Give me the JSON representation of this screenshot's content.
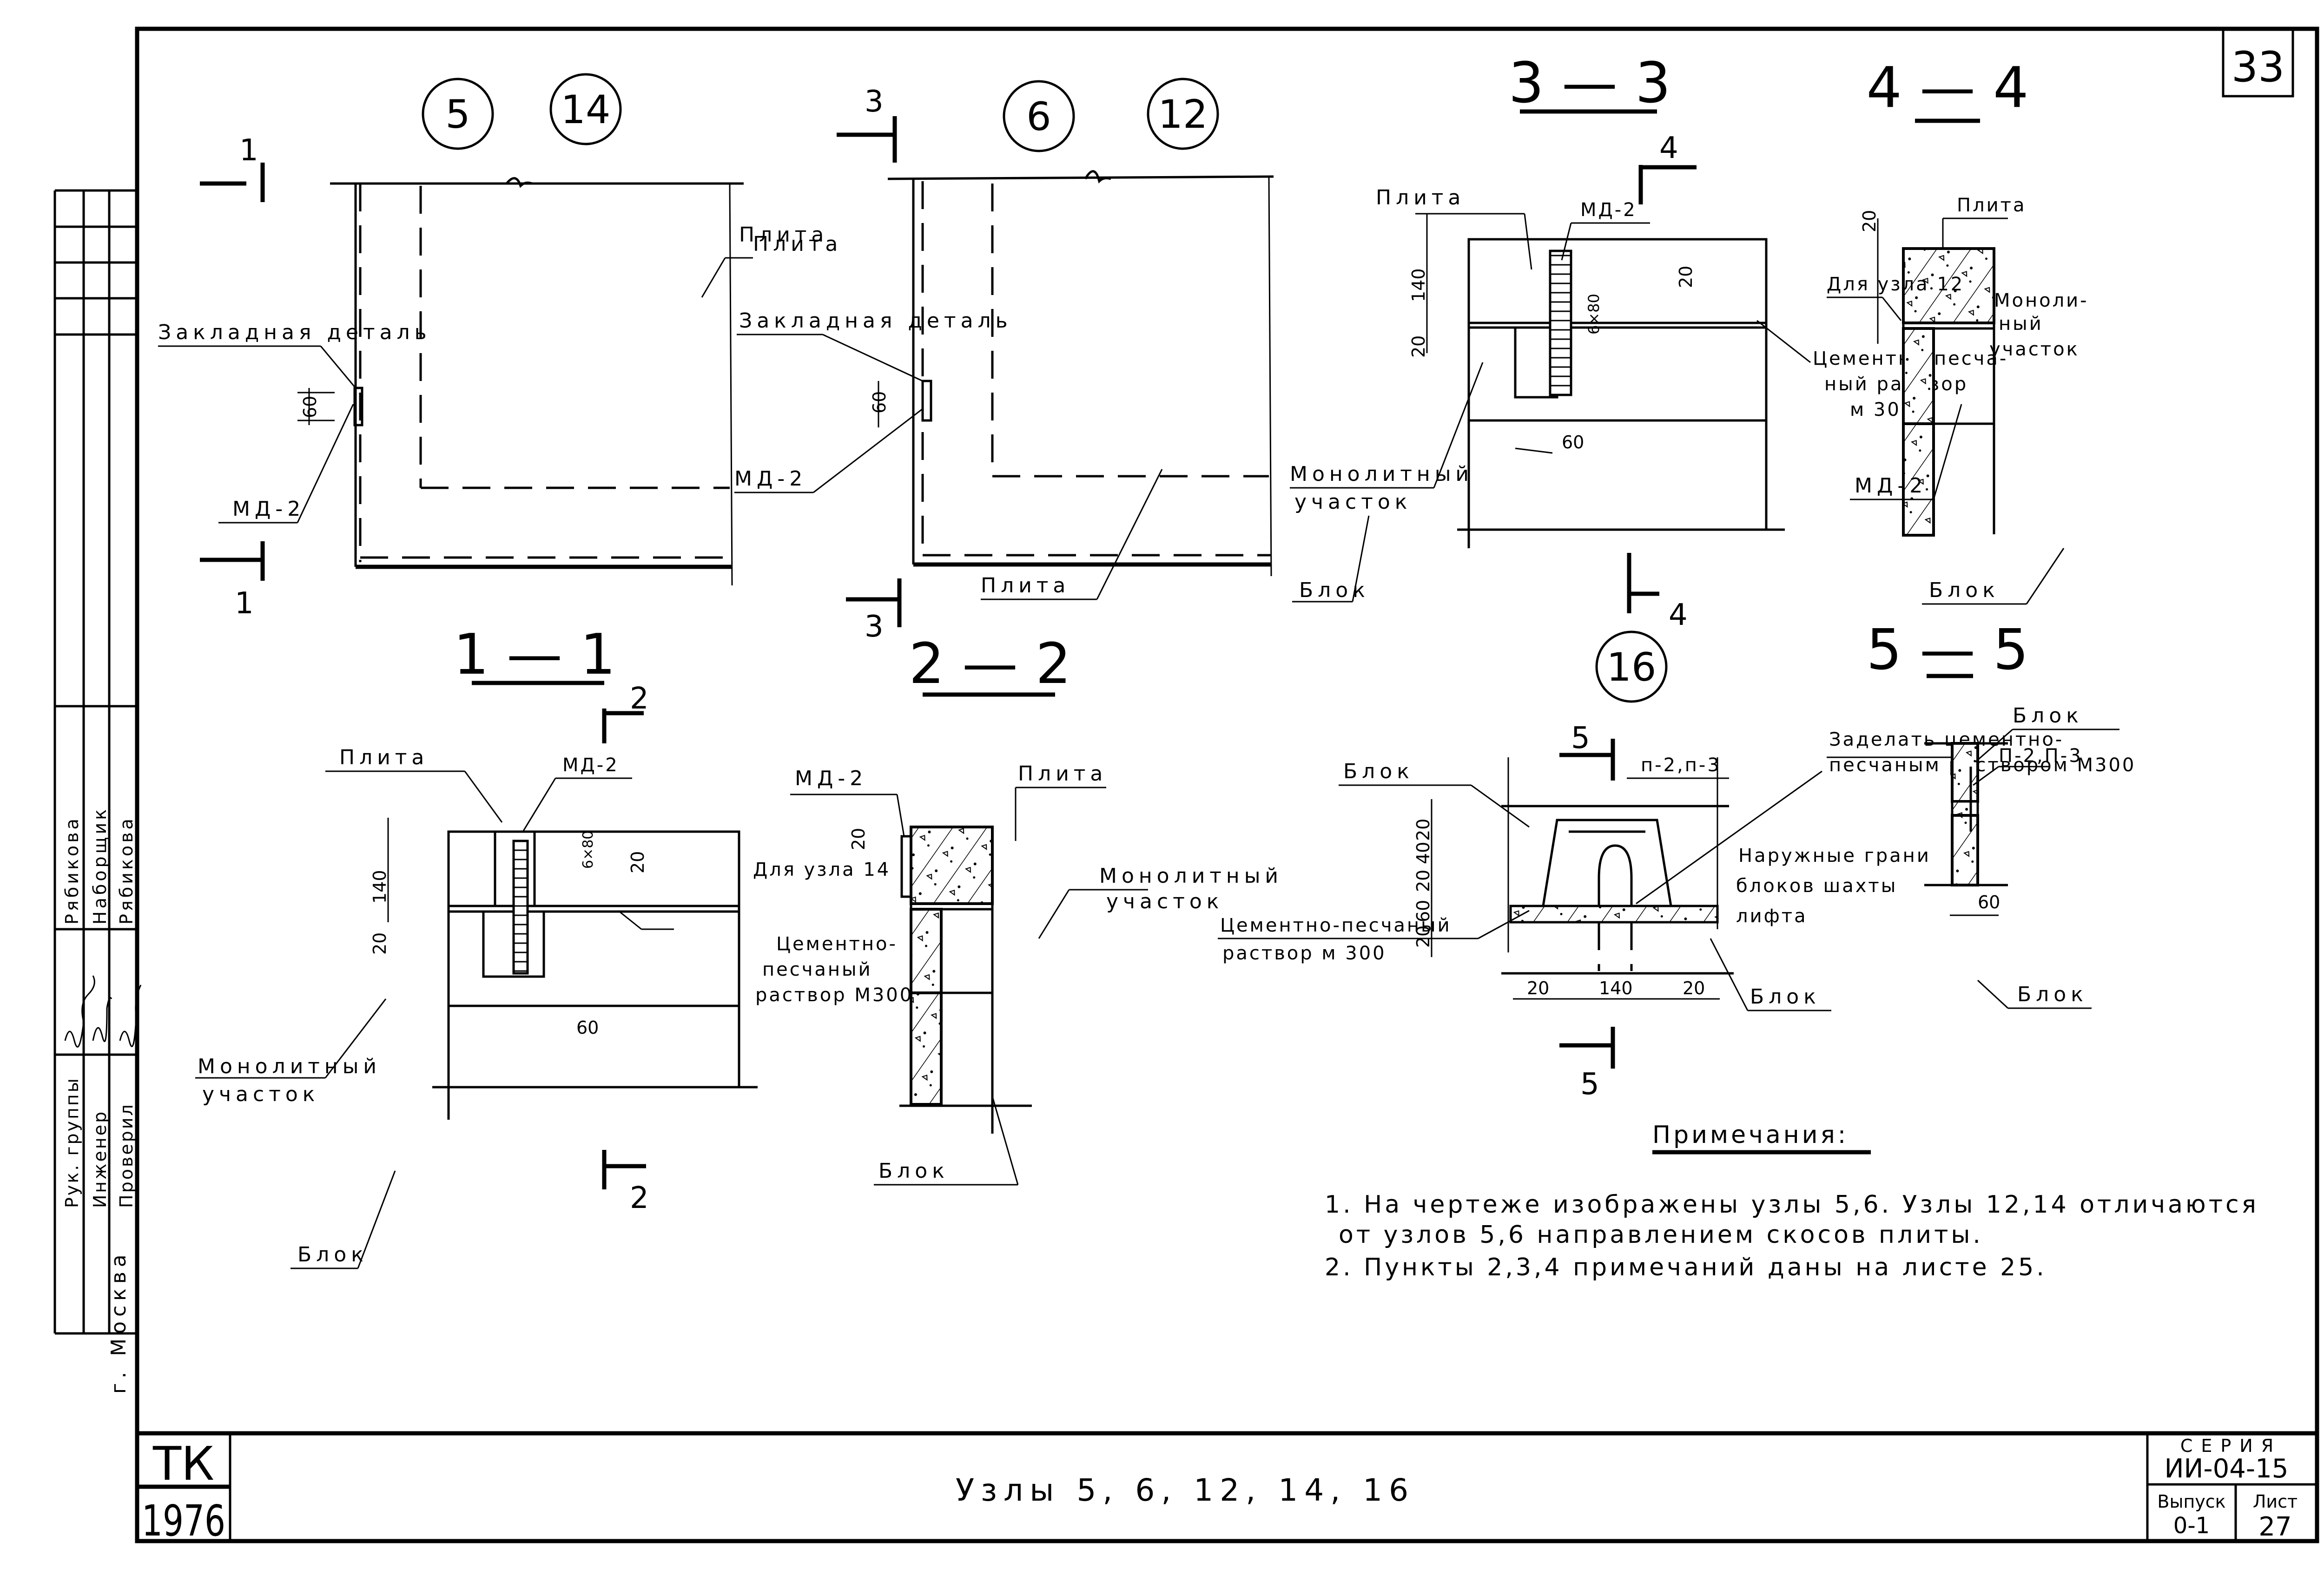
{
  "sheet": {
    "page_number": "33",
    "title": "Узлы 5, 6, 12, 14, 16",
    "stamp_top": "ТК",
    "stamp_year": "1976",
    "series_label": "СЕРИЯ",
    "series_value": "ИИ-04-15",
    "issue_label": "Выпуск",
    "issue_value": "0-1",
    "sheet_label": "Лист",
    "sheet_value": "27",
    "city": "г. Москва"
  },
  "signatures": {
    "rows": [
      {
        "role": "Рук. группы",
        "name": "Рябикова"
      },
      {
        "role": "Инженер",
        "name": "Наборщик"
      },
      {
        "role": "Проверил",
        "name": "Рябикова"
      }
    ]
  },
  "views": {
    "node5": {
      "markers": [
        "5",
        "14"
      ],
      "labels": {
        "plate": "Плита",
        "embedded": "Закладная деталь",
        "md": "МД-2",
        "dim": "60",
        "cut": "1"
      }
    },
    "node6": {
      "markers": [
        "6",
        "12"
      ],
      "labels": {
        "plate_top": "Плита",
        "embedded": "Закладная деталь",
        "md": "МД-2",
        "plate_bottom": "Плита",
        "dim": "60",
        "cut": "3"
      }
    },
    "section33": {
      "title": "3 — 3",
      "cut": "4",
      "labels": {
        "plate": "Плита",
        "md": "МД-2",
        "mortar_1": "Цементно-песча-",
        "mortar_2": "ный раствор",
        "mortar_3": "м 300",
        "monolith_1": "Монолитный",
        "monolith_2": "участок",
        "block": "Блок",
        "weld": "6×80"
      },
      "dims": [
        "140",
        "20",
        "20",
        "60"
      ]
    },
    "section44": {
      "title": "4 — 4",
      "labels": {
        "plate": "Плита",
        "for_node": "Для узла 12",
        "monolith_1": "Моноли-",
        "monolith_2": "ный",
        "monolith_3": "участок",
        "md": "МД-2",
        "block": "Блок"
      },
      "dims": [
        "20"
      ]
    },
    "section11": {
      "title": "1 — 1",
      "cut": "2",
      "labels": {
        "plate": "Плита",
        "md": "МД-2",
        "for_node": "Для узла 14",
        "mortar_1": "Цементно-",
        "mortar_2": "песчаный",
        "mortar_3": "раствор М300",
        "monolith_1": "Монолитный",
        "monolith_2": "участок",
        "block": "Блок",
        "weld": "6×80"
      },
      "dims": [
        "140",
        "20",
        "20",
        "60"
      ]
    },
    "section22": {
      "title": "2 — 2",
      "labels": {
        "md": "МД-2",
        "plate": "Плита",
        "monolith_1": "Монолитный",
        "monolith_2": "участок",
        "block": "Блок"
      },
      "dims": [
        "20"
      ]
    },
    "node16": {
      "marker": "16",
      "cut": "5",
      "labels": {
        "block_top": "Блок",
        "p": "п-2,п-3",
        "seal_1": "Заделать цементно-",
        "seal_2": "песчаным раствором М300",
        "outer_1": "Наружные грани",
        "outer_2": "блоков шахты",
        "outer_3": "лифта",
        "mortar_1": "Цементно-песчаный",
        "mortar_2": "раствор м 300",
        "block_bottom": "Блок"
      },
      "dims": [
        "20",
        "40",
        "20",
        "60",
        "20",
        "20",
        "140",
        "20"
      ]
    },
    "section55": {
      "title": "5 — 5",
      "labels": {
        "block_top": "Блок",
        "p": "П-2,П-3",
        "block_bottom": "Блок"
      },
      "dims": [
        "60"
      ]
    }
  },
  "notes": {
    "heading": "Примечания:",
    "items": [
      "1. На чертеже изображены узлы 5,6. Узлы 12,14 отличаются",
      "от узлов 5,6 направлением скосов плиты.",
      "2. Пункты 2,3,4 примечаний даны на листе 25."
    ]
  }
}
